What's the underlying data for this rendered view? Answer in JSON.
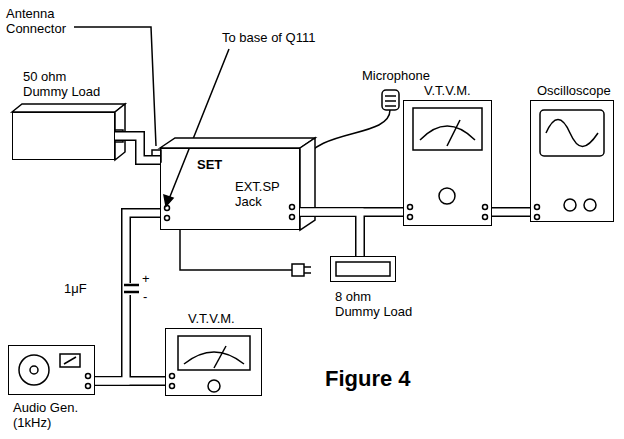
{
  "diagram": {
    "caption": "Figure 4",
    "nodes": [
      {
        "text": [
          "50 ohm Dummy Load"
        ]
      },
      {
        "text": [
          "SET",
          "EXT.SP Jack"
        ]
      },
      {
        "text": [
          "V.T.V.M."
        ]
      },
      {
        "text": [
          "Oscilloscope"
        ]
      },
      {
        "text": [
          "8 ohm Dummy Load"
        ]
      },
      {
        "text": [
          "Audio Gen. (1kHz)"
        ]
      },
      {
        "text": [
          "V.T.V.M."
        ]
      }
    ],
    "edges": [
      {
        "from": 0,
        "to": 1,
        "arrow": "none"
      },
      {
        "from": 1,
        "to": 2,
        "arrow": "none"
      },
      {
        "from": 2,
        "to": 3,
        "arrow": "none"
      },
      {
        "from": 1,
        "to": 4,
        "arrow": "none"
      },
      {
        "from": 5,
        "to": 1,
        "arrow": "none"
      },
      {
        "from": 5,
        "to": 6,
        "arrow": "none"
      }
    ],
    "labels": [
      "Antenna Connector",
      "To base of Q111",
      "Microphone",
      "1μF",
      "+",
      "-"
    ]
  }
}
